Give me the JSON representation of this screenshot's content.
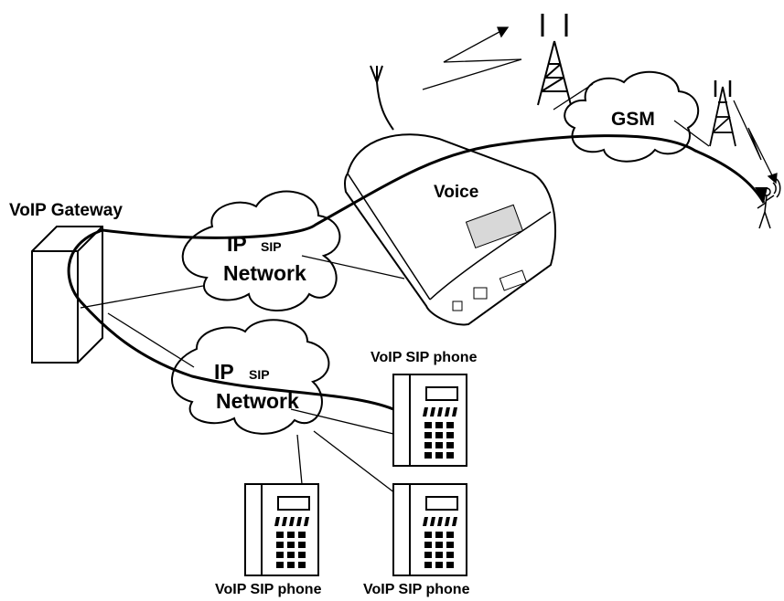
{
  "labels": {
    "gateway": "VoIP Gateway",
    "voice": "Voice",
    "gsm": "GSM",
    "cloud_top": {
      "ip": "IP",
      "sip": "SIP",
      "network": "Network"
    },
    "cloud_bottom": {
      "ip": "IP",
      "sip": "SIP",
      "network": "Network"
    },
    "phone_right_top": "VoIP SIP phone",
    "phone_bottom_left": "VoIP SIP phone",
    "phone_bottom_right": "VoIP SIP phone"
  },
  "colors": {
    "ink": "#000000",
    "device_fill": "#ffffff",
    "panel_fill": "#d8d8d8"
  }
}
